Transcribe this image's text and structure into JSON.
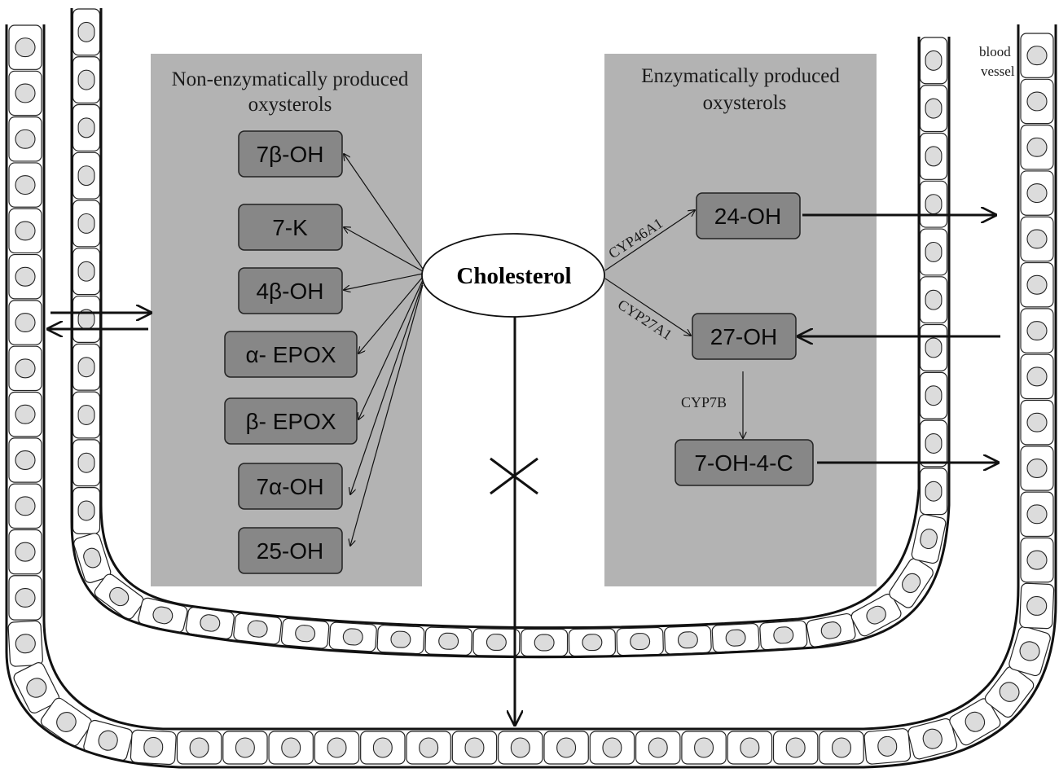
{
  "diagram": {
    "left_panel": {
      "title_line1": "Non-enzymatically produced",
      "title_line2": "oxysterols",
      "items": [
        "7β-OH",
        "7-K",
        "4β-OH",
        "α- EPOX",
        "β- EPOX",
        "7α-OH",
        "25-OH"
      ]
    },
    "right_panel": {
      "title_line1": "Enzymatically produced",
      "title_line2": "oxysterols",
      "items": [
        "24-OH",
        "27-OH",
        "7-OH-4-C"
      ],
      "enzymes": [
        "CYP46A1",
        "CYP27A1",
        "CYP7B"
      ]
    },
    "center": {
      "label": "Cholesterol"
    },
    "vessel_label_line1": "blood",
    "vessel_label_line2": "vessel",
    "colors": {
      "panel": "#b3b3b3",
      "box": "#878787",
      "nucleus": "#dcdcdc",
      "line": "#111111"
    }
  }
}
